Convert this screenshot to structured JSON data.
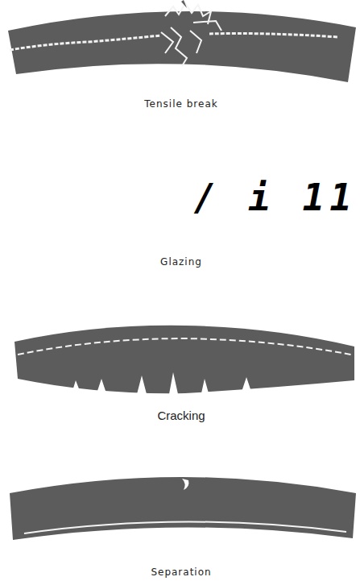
{
  "diagram": {
    "labels": [
      "Tensile break",
      "/ i 11",
      "Glazing",
      "Cracking",
      "Separation"
    ]
  }
}
